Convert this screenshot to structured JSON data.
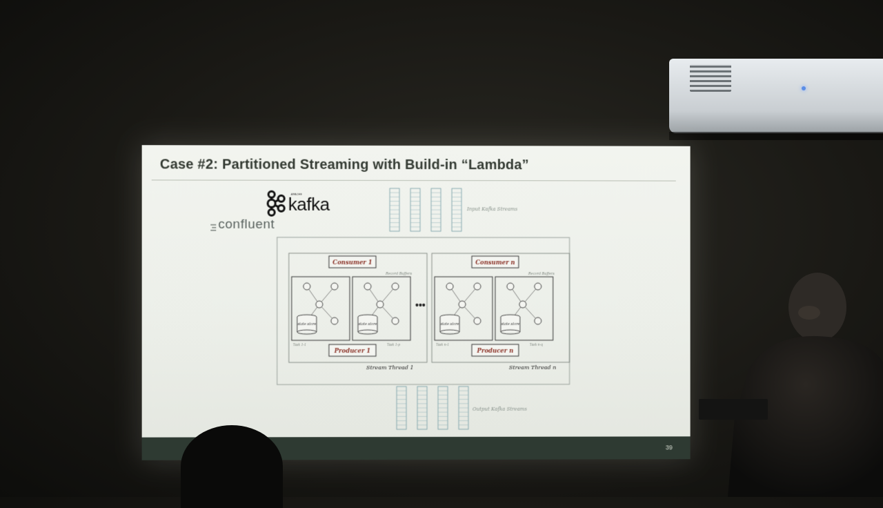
{
  "slide": {
    "title": "Case #2: Partitioned Streaming with Build-in “Lambda”",
    "page_number": "39"
  },
  "logos": {
    "apache_label": "APACHE",
    "kafka_label": "kafka",
    "confluent_label": "confluent"
  },
  "diagram": {
    "input_label": "Input Kafka Streams",
    "output_label": "Output Kafka Streams",
    "ellipsis": "•••",
    "threads": [
      {
        "consumer": "Consumer 1",
        "producer": "Producer 1",
        "thread": "Stream Thread 1",
        "record_buffers": "Record Buffers",
        "task_left": "Task 1-1",
        "task_right": "Task 1-p",
        "store_left": "state store",
        "store_right": "state store"
      },
      {
        "consumer": "Consumer n",
        "producer": "Producer n",
        "thread": "Stream Thread n",
        "record_buffers": "Record Buffers",
        "task_left": "Task n-1",
        "task_right": "Task n-q",
        "store_left": "state store",
        "store_right": "state store"
      }
    ]
  },
  "colors": {
    "slide_bg": "#eef0eb",
    "footer": "#2e3a32",
    "title": "#333a32",
    "red_label": "#8b3328"
  }
}
